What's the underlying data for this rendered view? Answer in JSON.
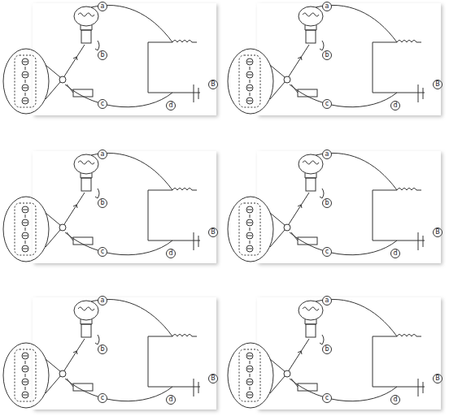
{
  "diagram": {
    "labels": [
      "a",
      "b",
      "c",
      "d",
      "B",
      "a",
      "b",
      "c",
      "d",
      "B",
      "a",
      "b",
      "c",
      "d",
      "B",
      "a",
      "b",
      "c",
      "d",
      "B",
      "a",
      "b",
      "c",
      "d",
      "B",
      "a",
      "b",
      "c",
      "d",
      "B"
    ]
  }
}
